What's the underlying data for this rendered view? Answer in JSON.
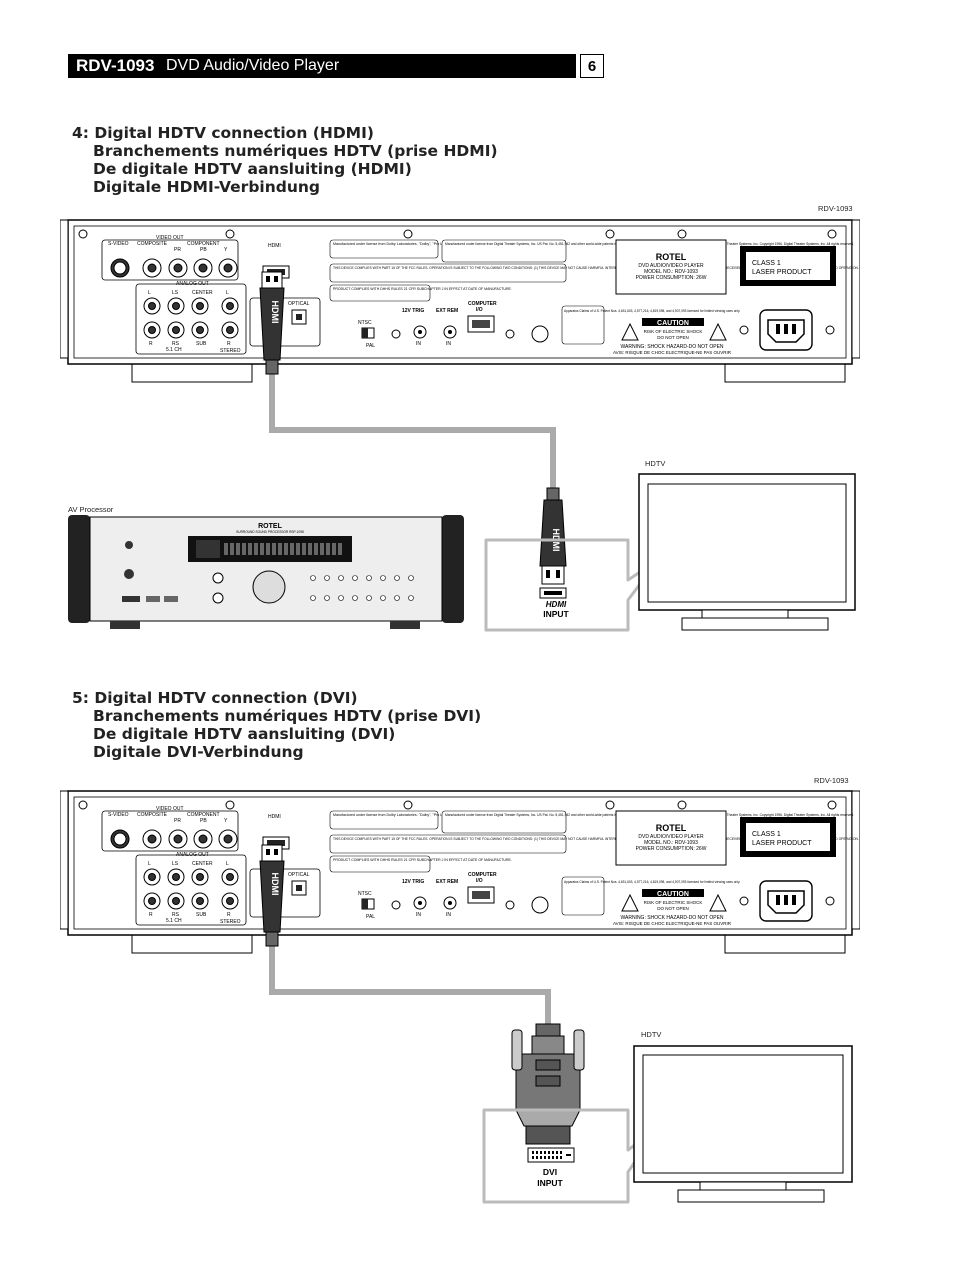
{
  "header": {
    "model": "RDV-1093",
    "description": "DVD Audio/Video Player",
    "page_number": "6"
  },
  "section4": {
    "title_lines": [
      "4: Digital HDTV connection (HDMI)",
      "Branchements numériques HDTV (prise HDMI)",
      "De digitale HDTV aansluiting (HDMI)",
      "Digitale HDMI-Verbindung"
    ],
    "device_label": "RDV-1093",
    "av_label": "AV Processor",
    "hdtv_label": "HDTV",
    "input_logo": "HDMI",
    "input_label": "INPUT"
  },
  "section5": {
    "title_lines": [
      "5: Digital HDTV connection (DVI)",
      "Branchements numériques HDTV (prise DVI)",
      "De digitale HDTV aansluiting (DVI)",
      "Digitale DVI-Verbindung"
    ],
    "device_label": "RDV-1093",
    "hdtv_label": "HDTV",
    "input_logo": "DVI",
    "input_label": "INPUT"
  },
  "panel": {
    "svideo": "S-VIDEO",
    "composite": "COMPOSITE",
    "video_out": "VIDEO OUT",
    "component": "COMPONENT",
    "pr": "PR",
    "pb": "PB",
    "y": "Y",
    "hdmi": "HDMI",
    "analog_out": "ANALOG OUT",
    "l": "L",
    "ls": "LS",
    "center": "CENTER",
    "r": "R",
    "rs": "RS",
    "sub": "SUB",
    "ch51": "5.1 CH",
    "stereo": "STEREO",
    "optical": "OPTICAL",
    "ntsc": "NTSC",
    "pal": "PAL",
    "trig": "12V TRIG",
    "extrem": "EXT REM",
    "computer": "COMPUTER",
    "io": "I/O",
    "in": "IN",
    "dolby": "Manufactured under license from Dolby Laboratories. \"Dolby\", \"Pro Logic\", and the double-D symbol are trademarks of Dolby Laboratories.",
    "dts": "Manufactured under license from Digital Theater Systems, Inc. US Pat. No. 5,451,942 and other world-wide patents issued and pending. \"DTS\", \"DTS Digital Surround\" are trademarks of Digital Theater Systems, Inc. Copyright 1996, Digital Theater Systems, Inc. All rights reserved.",
    "fcc": "THIS DEVICE COMPLIES WITH PART 15 OF THE FCC RULES. OPERATION IS SUBJECT TO THE FOLLOWING TWO CONDITIONS: (1) THIS DEVICE MAY NOT CAUSE HARMFUL INTERFERENCE, AND (2) THIS DEVICE MUST ACCEPT ANY INTERFERENCE RECEIVED, INCLUDING INTERFERENCE THAT MAY CAUSE UNDESIRED OPERATION.",
    "dhhs": "PRODUCT COMPLIES WITH DHHS RULES 21 CFR SUBCHAPTER J IN EFFECT AT DATE OF MANUFACTURE.",
    "brand": "ROTEL",
    "product": "DVD AUDIO/VIDEO PLAYER",
    "model_line": "MODEL NO.: RDV-1093",
    "power": "POWER CONSUMPTION: 26W",
    "class1": "CLASS 1",
    "laser": "LASER PRODUCT",
    "caution": "CAUTION",
    "risk": "RISK OF ELECTRIC SHOCK",
    "donot": "DO NOT OPEN",
    "warning": "WARNING: SHOCK HAZARD-DO NOT OPEN",
    "avis": "AVIS: RISQUE DE CHOC ELECTRIQUE-NE PAS OUVRIR",
    "patents": "Apparatus Claims of U.S. Patent Nos. 4,631,603, 4,577,216, 4,819,098, and 4,907,093 licensed for limited viewing uses only."
  },
  "processor": {
    "brand": "ROTEL",
    "subtitle": "SURROUND SOUND PROCESSOR RSP-1098"
  }
}
